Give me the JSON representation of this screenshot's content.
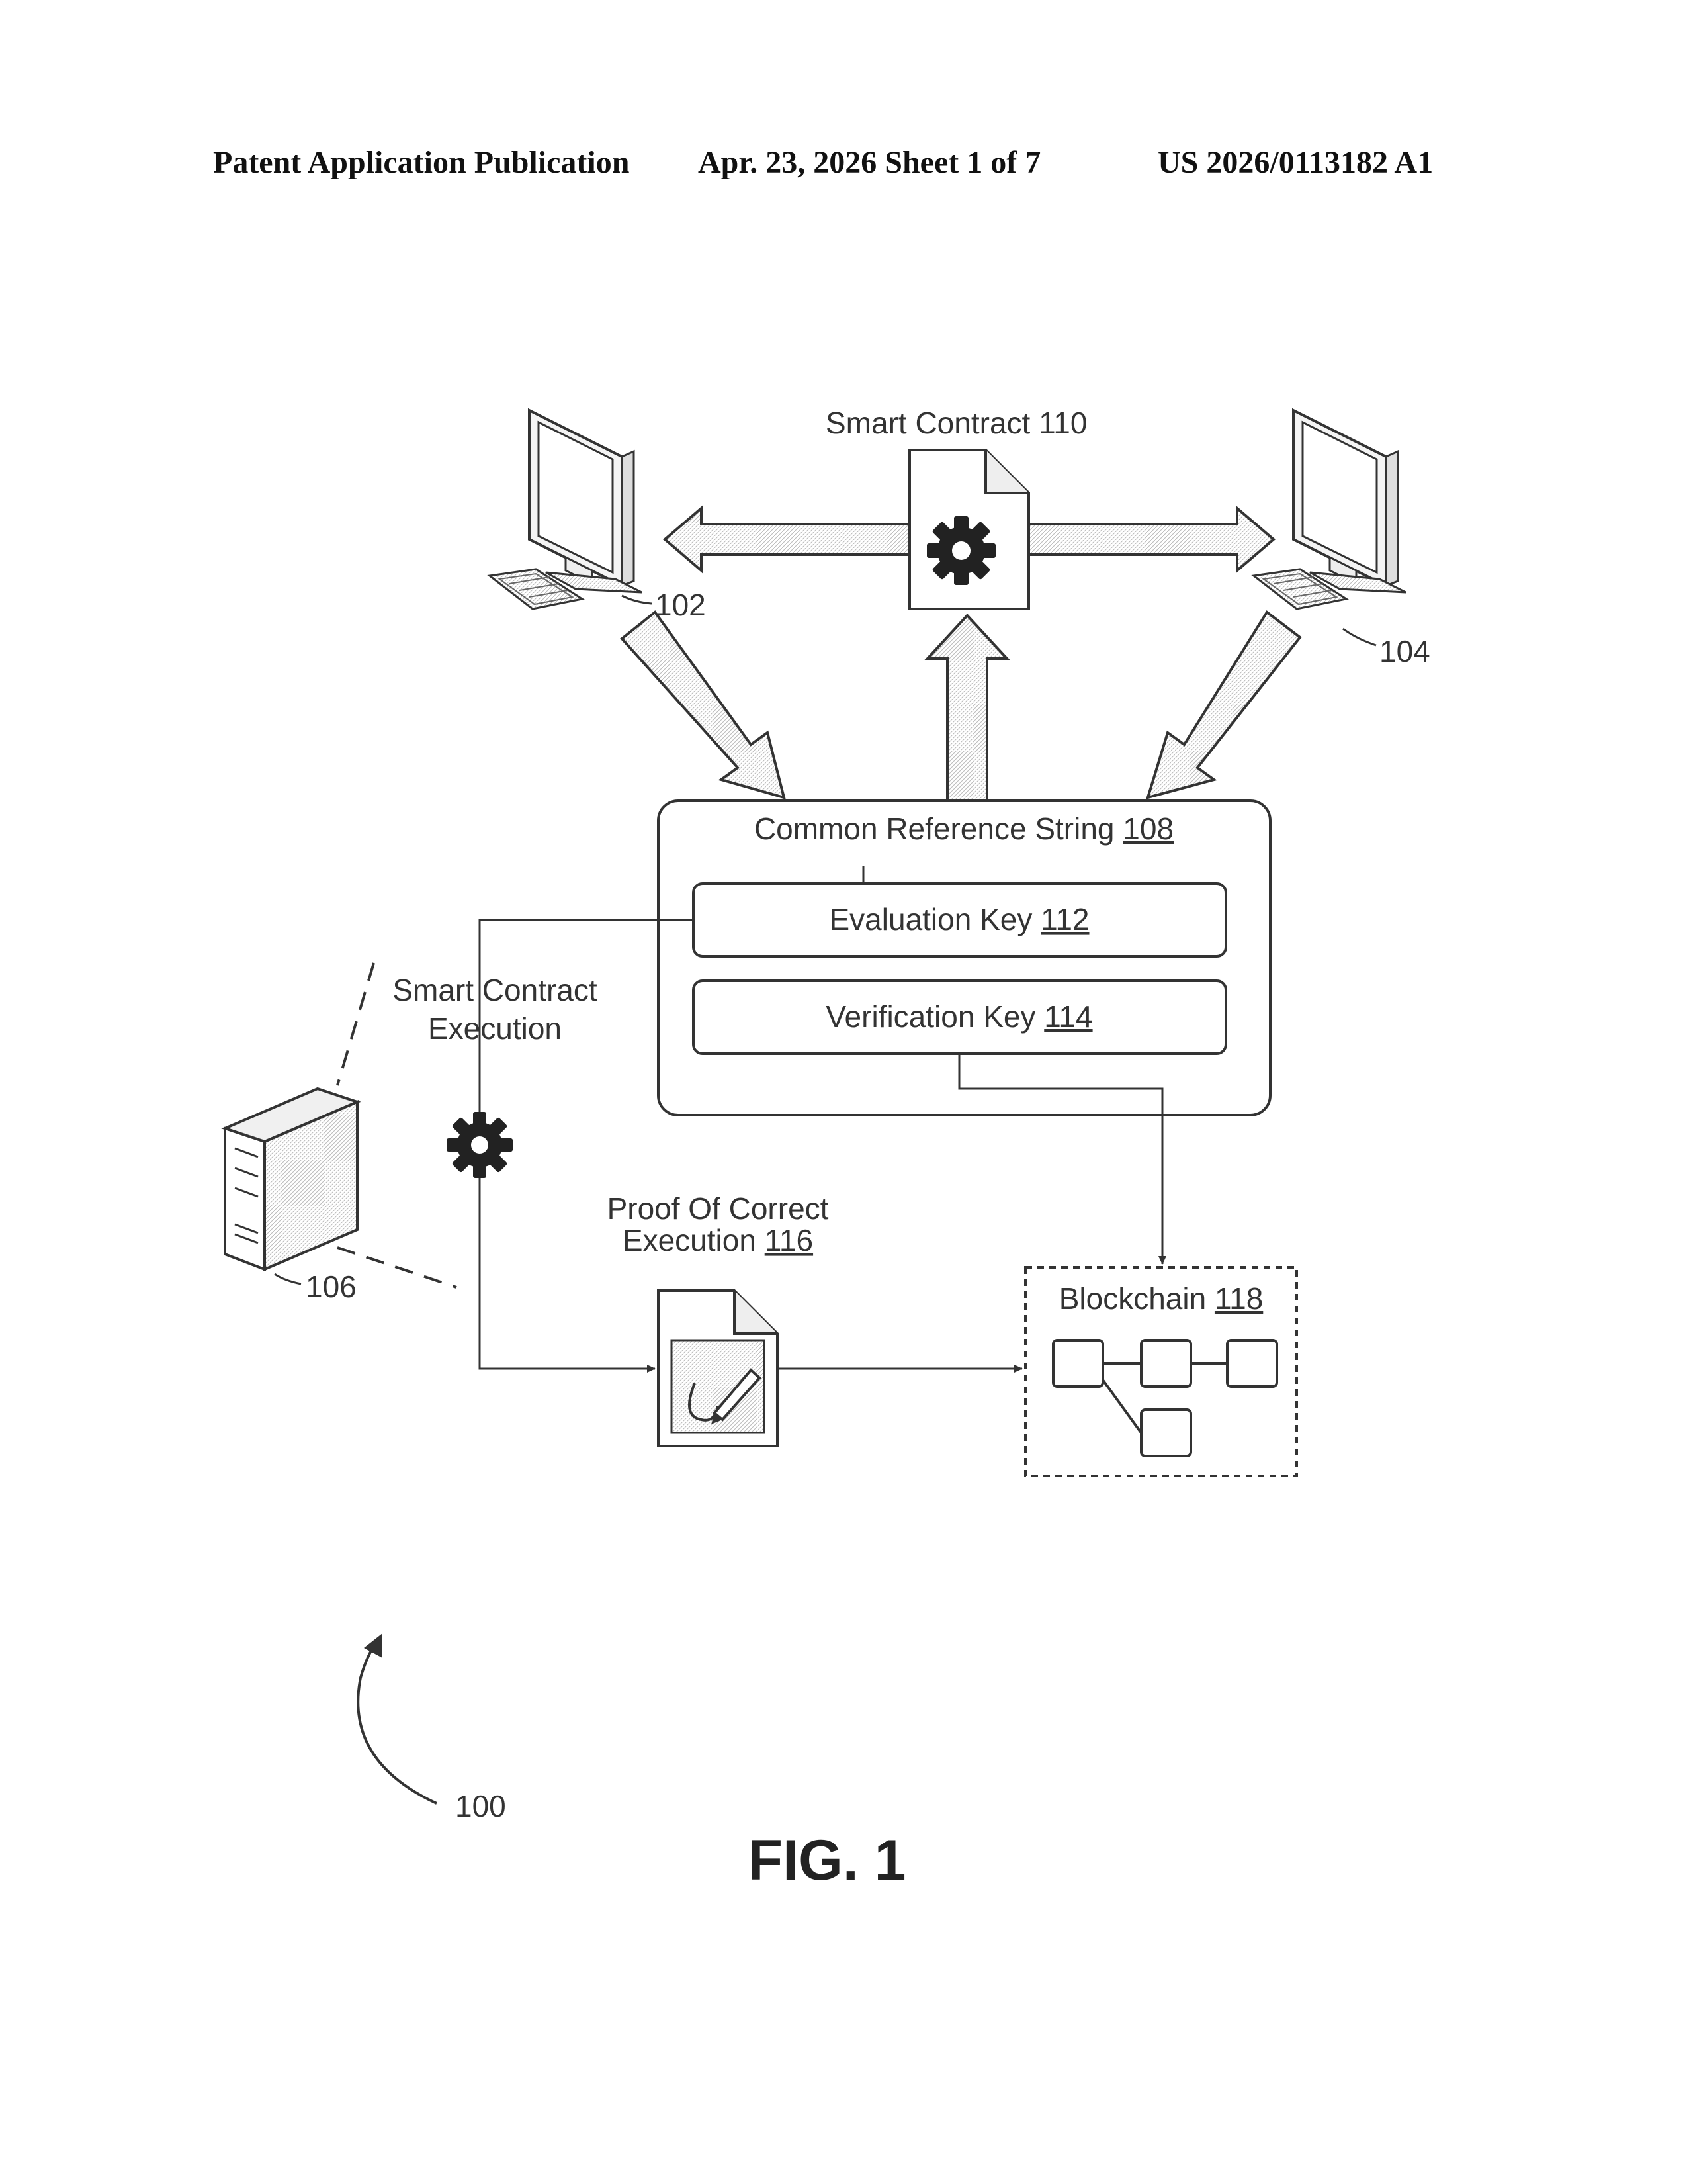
{
  "header": {
    "publication": "Patent Application Publication",
    "date_sheet": "Apr. 23, 2026  Sheet 1 of 7",
    "number": "US 2026/0113182 A1"
  },
  "labels": {
    "smart_contract": "Smart Contract 110",
    "client_left": "102",
    "client_right": "104",
    "server": "106",
    "crs_text": "Common Reference String ",
    "crs_ref": "108",
    "eval_text": "Evaluation Key ",
    "eval_ref": "112",
    "verif_text": "Verification Key ",
    "verif_ref": "114",
    "exec_line1": "Smart Contract",
    "exec_line2": "Execution",
    "proof_line1": "Proof Of Correct",
    "proof_line2_text": "Execution ",
    "proof_ref": "116",
    "blockchain_text": "Blockchain ",
    "blockchain_ref": "118",
    "system_ref": "100",
    "figure": "FIG. 1"
  },
  "icons": [
    "computer-icon",
    "document-gear-icon",
    "server-icon",
    "gear-icon",
    "signed-document-icon"
  ]
}
